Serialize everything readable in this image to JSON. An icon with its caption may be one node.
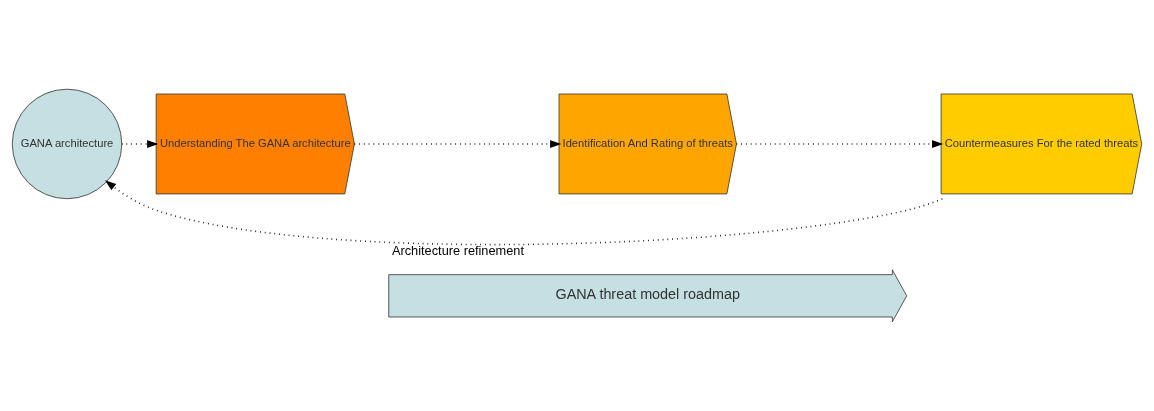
{
  "diagram": {
    "nodes": [
      {
        "text": [
          "GANA threat model roadmap"
        ]
      },
      {
        "text": [
          "GANA architecture"
        ]
      },
      {
        "text": [
          "Understanding The GANA architecture"
        ]
      },
      {
        "text": [
          "Identification And Rating of threats"
        ]
      },
      {
        "text": [
          "Countermeasures For the rated threats"
        ]
      }
    ],
    "edges": [
      {
        "from": 1,
        "to": 2,
        "arrow": "to",
        "style": "dashed"
      },
      {
        "from": 2,
        "to": 3,
        "arrow": "to",
        "style": "dashed"
      },
      {
        "from": 3,
        "to": 4,
        "arrow": "to",
        "style": "dashed"
      },
      {
        "from": 4,
        "to": 1,
        "arrow": "to",
        "style": "dashed",
        "label": "Architecture refinement"
      }
    ]
  }
}
